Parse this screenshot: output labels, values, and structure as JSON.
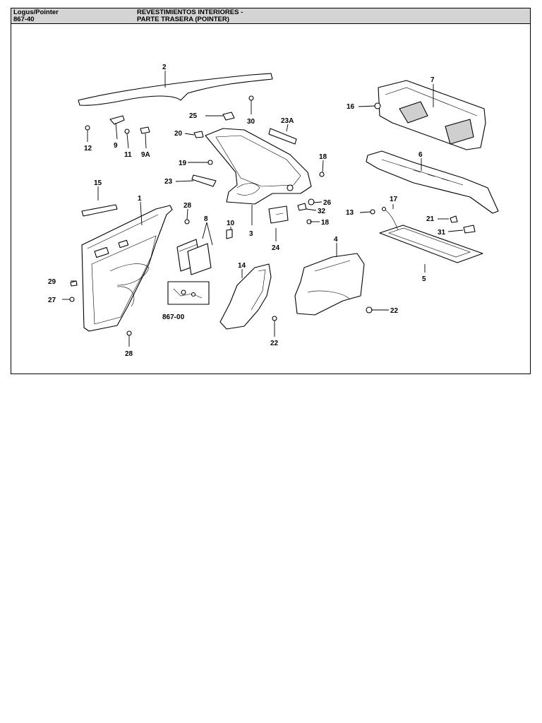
{
  "header": {
    "model": "Logus/Pointer",
    "code": "867-40",
    "title_line1": "REVESTIMIENTOS INTERIORES -",
    "title_line2": "PARTE TRASERA (POINTER)"
  },
  "callouts": {
    "c1": "1",
    "c2": "2",
    "c3": "3",
    "c4": "4",
    "c5": "5",
    "c6": "6",
    "c7": "7",
    "c8": "8",
    "c9": "9",
    "c9a": "9A",
    "c10": "10",
    "c11": "11",
    "c12": "12",
    "c13": "13",
    "c14": "14",
    "c15": "15",
    "c16": "16",
    "c17": "17",
    "c18a": "18",
    "c18b": "18",
    "c19": "19",
    "c20": "20",
    "c21": "21",
    "c22a": "22",
    "c22b": "22",
    "c23": "23",
    "c23a": "23A",
    "c24": "24",
    "c25": "25",
    "c26": "26",
    "c27": "27",
    "c28a": "28",
    "c28b": "28",
    "c29": "29",
    "c30": "30",
    "c31": "31",
    "c32": "32",
    "ref": "867-00"
  }
}
